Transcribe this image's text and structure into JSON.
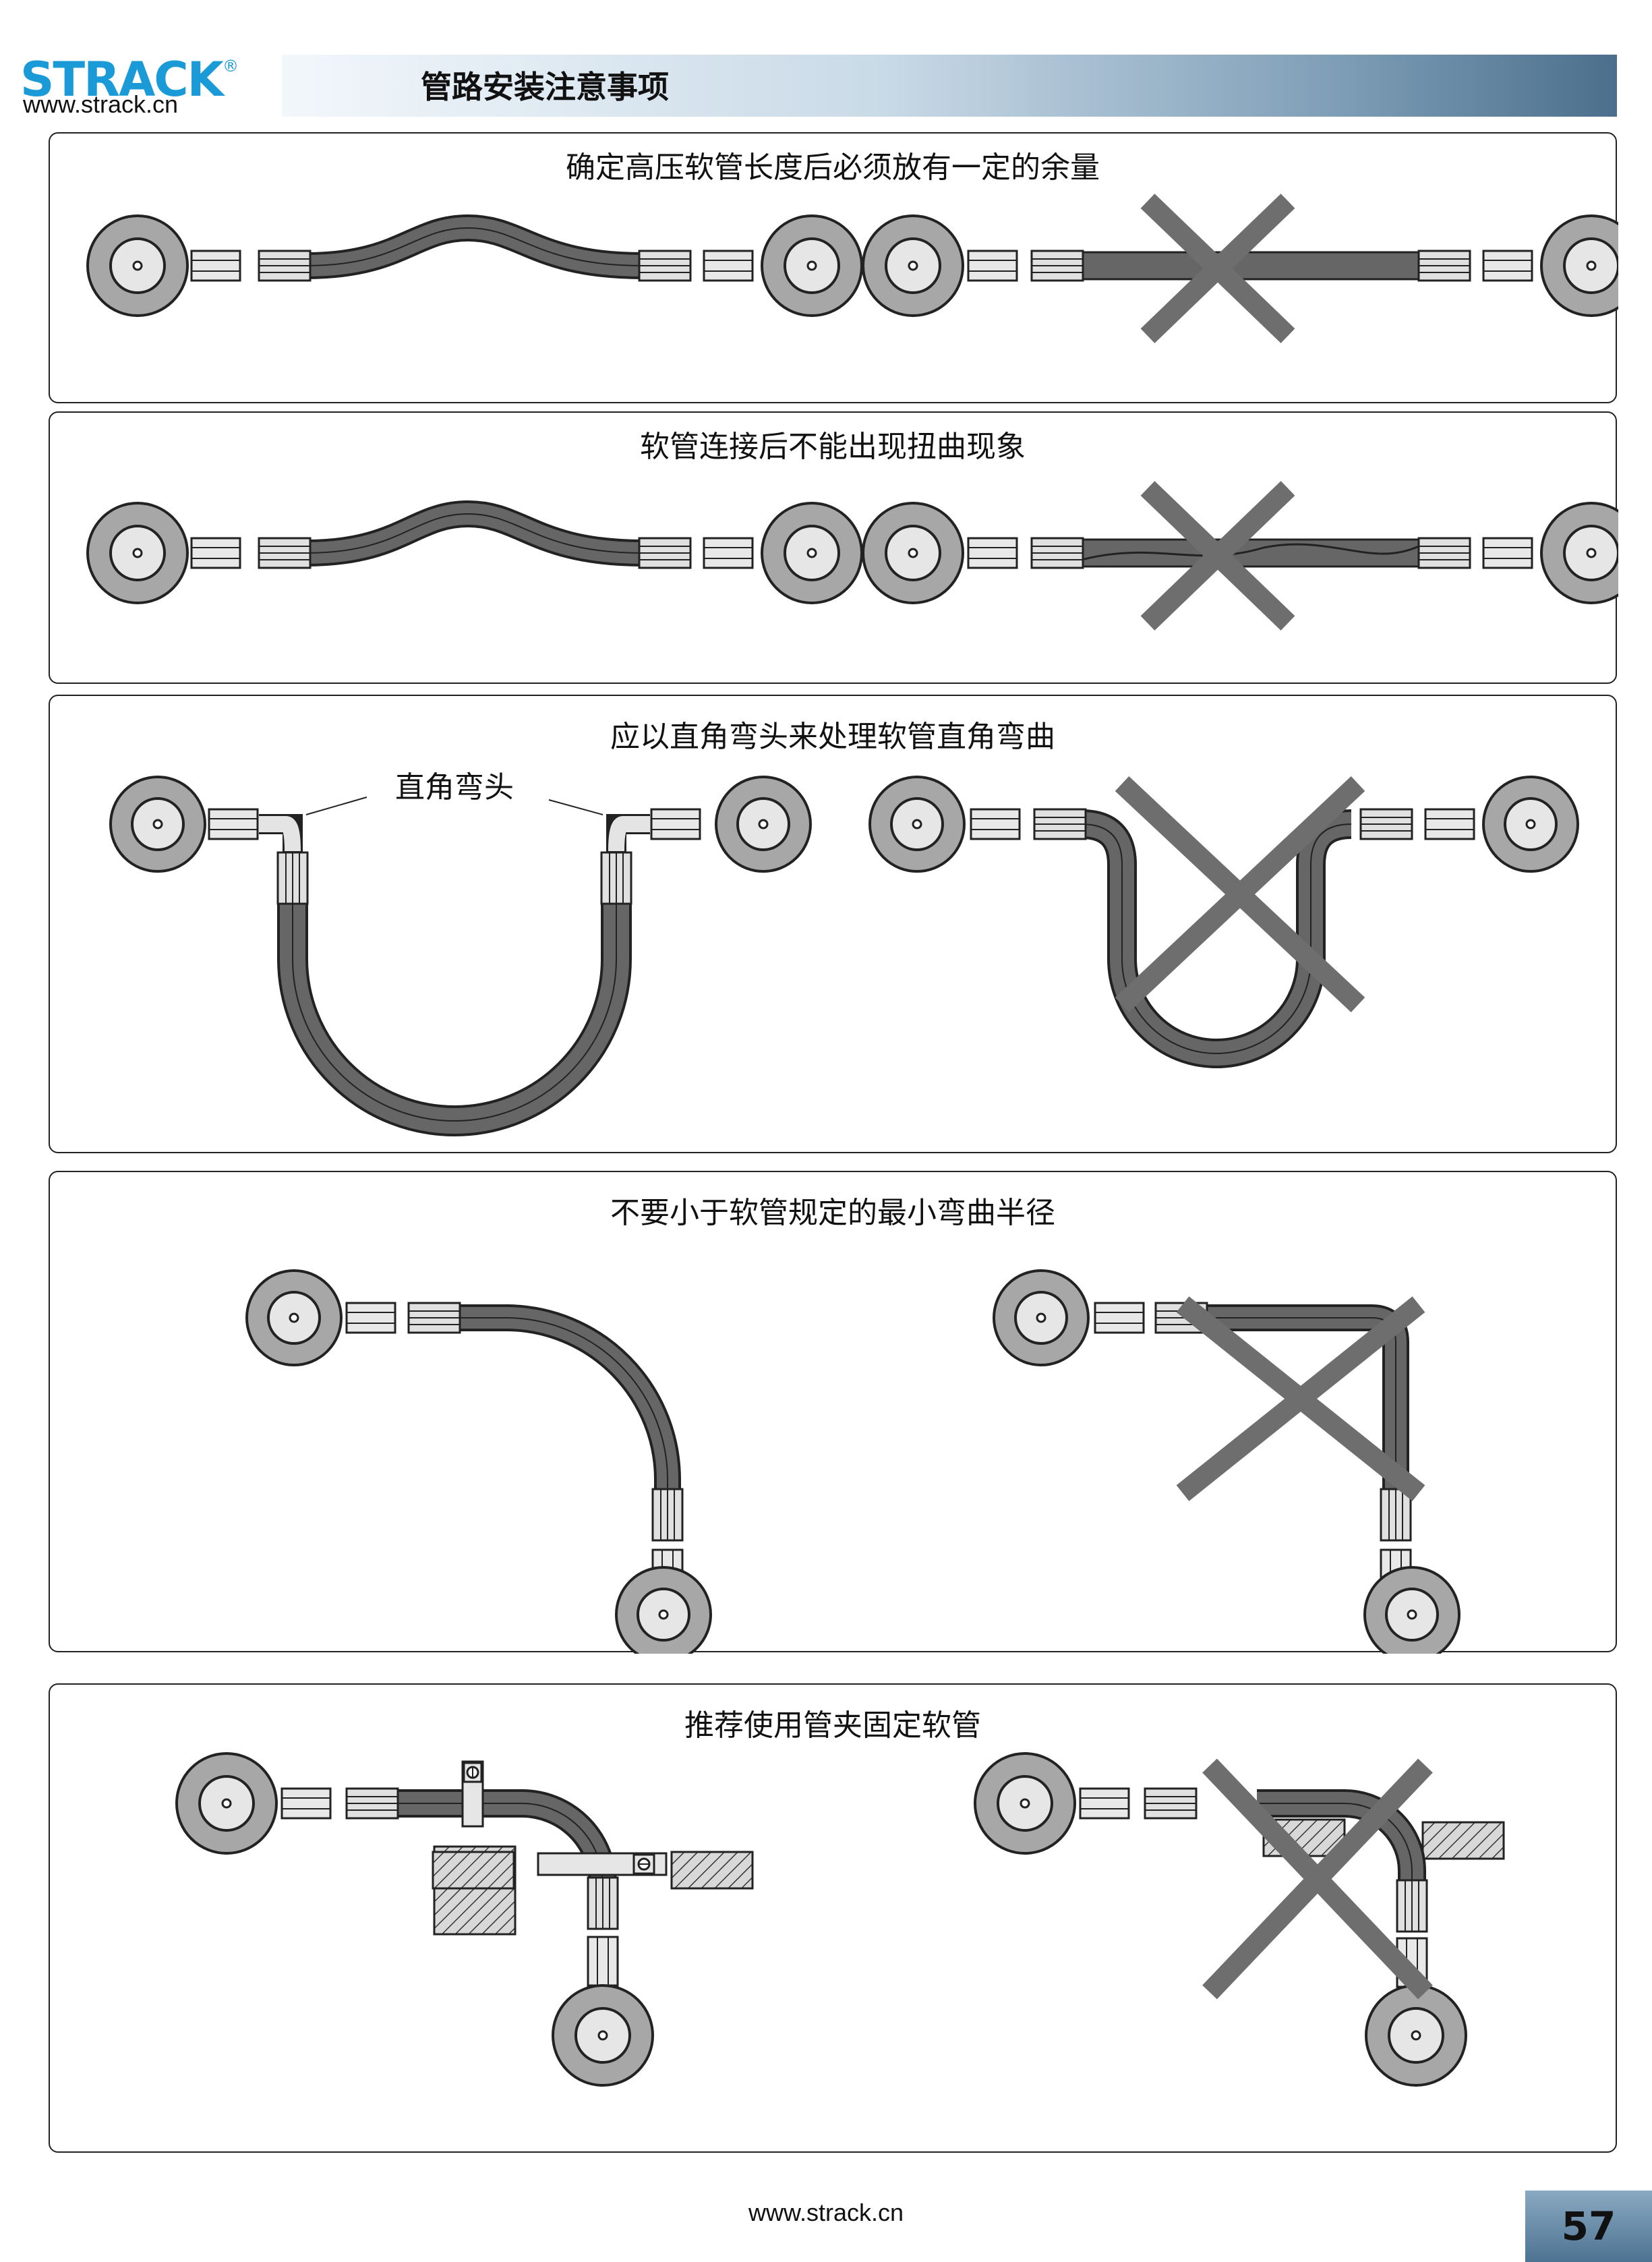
{
  "header": {
    "brand": "STRACK",
    "registered": "®",
    "site": "www.strack.cn",
    "title": "管路安装注意事项"
  },
  "panels": [
    {
      "caption": "确定高压软管长度后必须放有一定的余量"
    },
    {
      "caption": "软管连接后不能出现扭曲现象"
    },
    {
      "caption": "应以直角弯头来处理软管直角弯曲",
      "label": "直角弯头"
    },
    {
      "caption": "不要小于软管规定的最小弯曲半径"
    },
    {
      "caption": "推荐使用管夹固定软管"
    }
  ],
  "footer": {
    "site": "www.strack.cn",
    "page_number": "57"
  },
  "colors": {
    "brand_blue": "#1a9ad6",
    "hose_dark": "#555555",
    "cross_gray": "#6e6e6e",
    "disk_gray": "#a7a7a7"
  }
}
